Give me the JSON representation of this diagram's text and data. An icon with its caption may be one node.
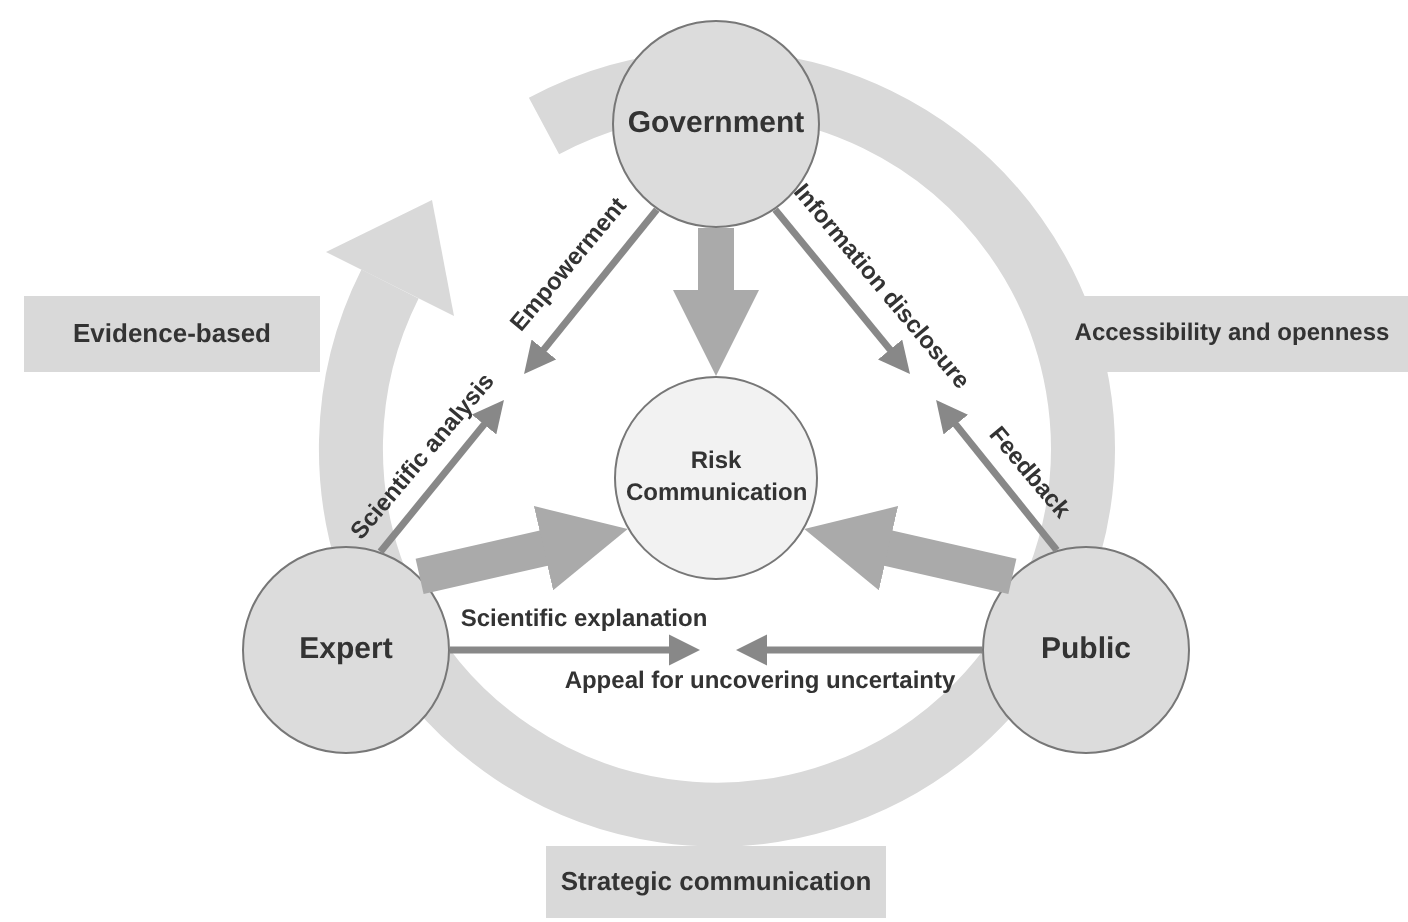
{
  "diagram": {
    "nodes": [
      {
        "text": [
          "Government"
        ]
      },
      {
        "text": [
          "Risk Communication"
        ]
      },
      {
        "text": [
          "Expert"
        ]
      },
      {
        "text": [
          "Public"
        ]
      },
      {
        "text": [
          "Evidence-based"
        ]
      },
      {
        "text": [
          "Accessibility and openness"
        ]
      },
      {
        "text": [
          "Strategic communication"
        ]
      }
    ],
    "edges": [
      {
        "from": 0,
        "to": 1,
        "arrow": "to",
        "style": "thick"
      },
      {
        "from": 2,
        "to": 1,
        "arrow": "to",
        "style": "thick"
      },
      {
        "from": 3,
        "to": 1,
        "arrow": "to",
        "style": "thick"
      },
      {
        "from": 0,
        "to": null,
        "arrow": "to",
        "label": "Empowerment"
      },
      {
        "from": 2,
        "to": null,
        "arrow": "to",
        "label": "Scientific analysis"
      },
      {
        "from": 0,
        "to": null,
        "arrow": "to",
        "label": "Information disclosure"
      },
      {
        "from": 3,
        "to": null,
        "arrow": "to",
        "label": "Feedback"
      },
      {
        "from": 2,
        "to": null,
        "arrow": "to",
        "label": "Scientific explanation"
      },
      {
        "from": 3,
        "to": null,
        "arrow": "to",
        "label": "Appeal for uncovering uncertainty"
      }
    ]
  }
}
